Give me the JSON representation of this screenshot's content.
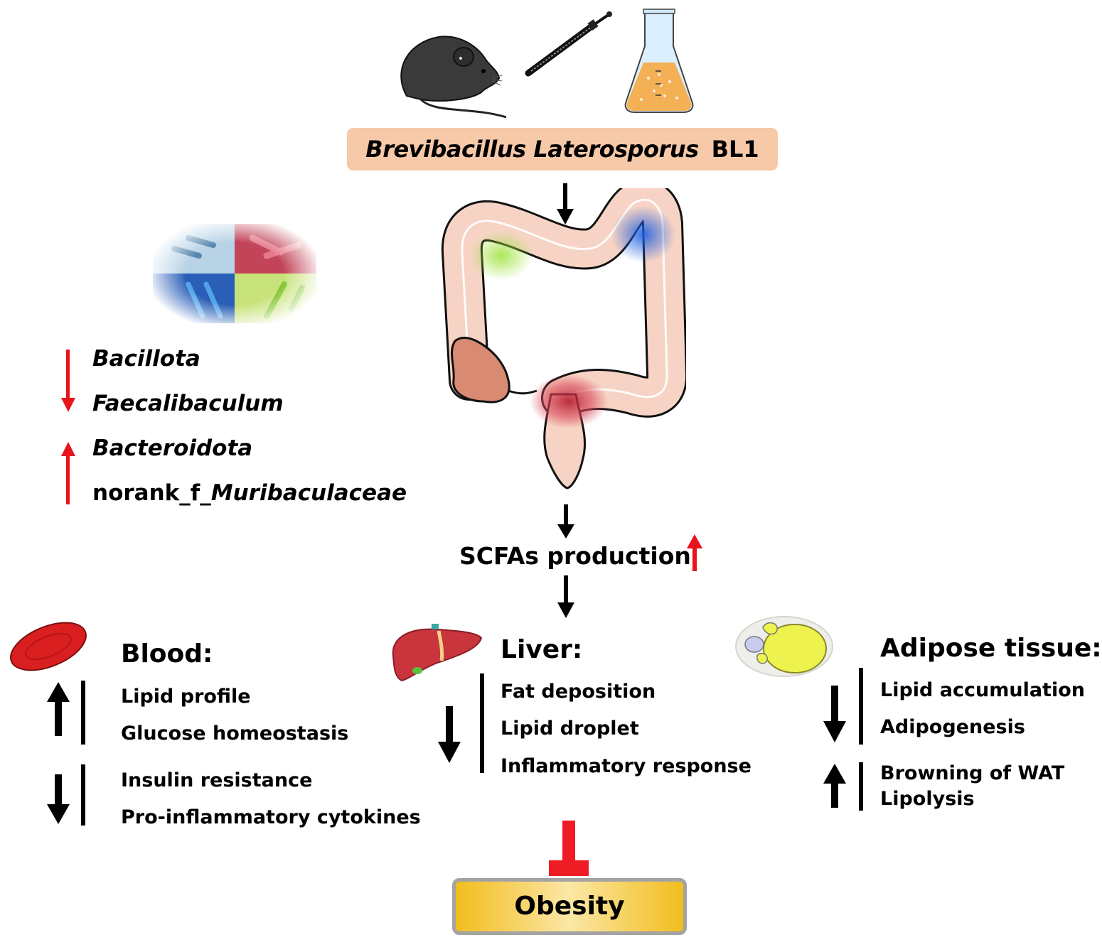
{
  "title": "Brevibacillus Laterosporus BL1 anti-obesity mechanism",
  "strain": {
    "species": "Brevibacillus Laterosporus",
    "strain_id": "BL1"
  },
  "top_icons": [
    "mouse-icon",
    "gavage-syringe-icon",
    "culture-flask-icon"
  ],
  "microbiota": {
    "decreased": [
      "Bacillota",
      "Faecalibaculum"
    ],
    "increased": [
      {
        "prefix": "",
        "name": "Bacteroidota"
      },
      {
        "prefix": "norank_f_",
        "name": "Muribaculaceae"
      }
    ],
    "decrease_color": "#e8141b",
    "increase_color": "#e8141b"
  },
  "scfa": {
    "label": "SCFAs production",
    "trend": "up",
    "trend_color": "#e8141b"
  },
  "blood": {
    "heading": "Blood:",
    "up": [
      "Lipid profile",
      "Glucose homeostasis"
    ],
    "down": [
      "Insulin resistance",
      "Pro-inflammatory cytokines"
    ]
  },
  "liver": {
    "heading": "Liver:",
    "down": [
      "Fat deposition",
      "Lipid droplet",
      "Inflammatory response"
    ]
  },
  "adipose": {
    "heading": "Adipose tissue:",
    "down": [
      "Lipid accumulation",
      "Adipogenesis"
    ],
    "up": [
      "Browning of WAT",
      "Lipolysis"
    ]
  },
  "outcome": {
    "label": "Obesity",
    "relation": "inhibits",
    "inhibit_color": "#ee1c24"
  }
}
